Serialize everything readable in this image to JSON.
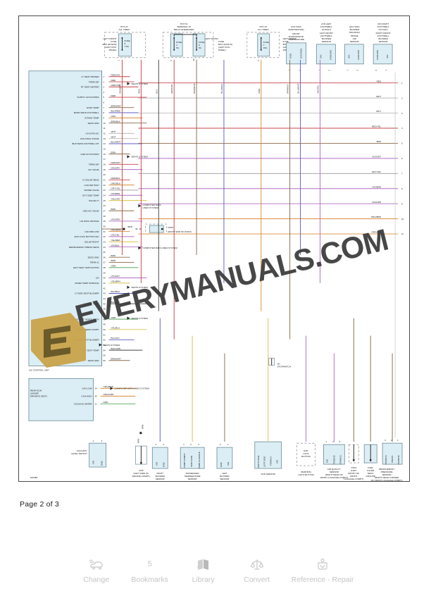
{
  "page": {
    "label": "Page 2 of 3",
    "diagram_id": "5163BT",
    "watermark": "EVERYMANUALS.COM"
  },
  "toolbar": {
    "items": [
      {
        "label": "Change",
        "icon": "car-change-icon",
        "badge": ""
      },
      {
        "label": "Bookmarks",
        "icon": "bookmark-count-icon",
        "badge": "5"
      },
      {
        "label": "Library",
        "icon": "library-book-icon",
        "badge": ""
      },
      {
        "label": "Convert",
        "icon": "convert-scales-icon",
        "badge": ""
      },
      {
        "label": "Reference - Repair",
        "icon": "reference-repair-icon",
        "badge": ""
      }
    ]
  },
  "colors": {
    "box_fill": "#dceef5",
    "box_stroke": "#6b8a96",
    "frame": "#4a4a4a",
    "red": "#c9444a",
    "pink": "#e87ba6",
    "violet": "#b06ec4",
    "magenta": "#d94fb0",
    "blue": "#5b5fc7",
    "green": "#57a95c",
    "orange": "#d98b3a",
    "tan": "#c8b26a",
    "brown": "#8a6a4a",
    "grey": "#9a9a9a",
    "yellow": "#d8c24a",
    "purple": "#8a6ec4"
  },
  "diagram": {
    "title_blocks": [
      {
        "id": "fuse-5",
        "hot": "HOT AT\nALL TIMES",
        "side": "LEFT FRONT\nFUSE\nBOX (ROW B)\n(LEFT KICK\nPANEL)",
        "fuse": "FUSE\n5\n7.5A"
      },
      {
        "id": "fuse-1",
        "hot": "HOT IN\nTERMINAL 15\nRELAY ENERGIZED",
        "side": "",
        "fuse": "FUSE\n1\n5A"
      },
      {
        "id": "fuse-6",
        "hot": "",
        "side": "LEFT FRONT\nFUSE\nBOX (ROW D)\n(LEFT KICK\nPANEL)",
        "fuse": "FUSE\n6\n5A"
      },
      {
        "id": "fuse-7",
        "hot": "HOT AT\nALL TIMES",
        "side": "LEFT FRONT\nFUSE\nBOX (ROW C)\n(LEFT KICK\nPANEL)",
        "fuse": "FUSE\n7\n15A"
      }
    ],
    "top_sensors": [
      {
        "name": "FRONT\nEVAPORATOR\nTEMPERATURE",
        "location": "(ON HVAC\nEVAPORATOR)",
        "pins": [
          "1",
          "2"
        ],
        "wires": [
          "BRN/WHT",
          "BRN"
        ]
      },
      {
        "name": "LEFT FRONT\nFOOTWELL\nBLOWER\nSENSOR",
        "location": "(ON LEFT\nFOOTWELL\nOUTLET)",
        "pins": [
          "1",
          "2"
        ],
        "wires": [
          "BLU/RED",
          "ORG"
        ]
      },
      {
        "name": "INTAKE\nAIR\nSENSOR",
        "location": "(ON HVAC\nBLOWER\nHOUSING)",
        "pins": [
          "1",
          "2"
        ],
        "wires": [
          "ORG",
          "BRN/BLK"
        ]
      },
      {
        "name": "RIGHT FRONT\nFOOTWELL\nBLOWER\nSENSOR",
        "location": "(ON RIGHT\nFOOTWELL\nOUTLET)",
        "pins": [
          "1",
          "2"
        ],
        "wires": [
          "BRN/BLK",
          "BLU/WHT"
        ]
      }
    ],
    "control_unit": {
      "name": "A/C CONTROL UNIT",
      "pins": [
        {
          "n": "1",
          "label": "LT SEAT HEATER",
          "wire": "RED/VIO"
        },
        {
          "n": "2",
          "label": "TERM 30F",
          "wire": "RED"
        },
        {
          "n": "3",
          "label": "RT SEAT HEATER",
          "wire": "RED/YEL"
        },
        {
          "n": "4",
          "label": "",
          "wire": ""
        },
        {
          "n": "5",
          "label": "SUPPLY ACTUATORS",
          "wire": "RED"
        },
        {
          "n": "6",
          "label": "",
          "wire": ""
        },
        {
          "n": "7",
          "label": "EVAP TEMP",
          "wire": "BRN/WHT"
        },
        {
          "n": "8",
          "label": "BLWR SENS FOOTWELL",
          "wire": "BLU/RED"
        },
        {
          "n": "9",
          "label": "INTAKE TEMP",
          "wire": "ORG"
        },
        {
          "n": "10",
          "label": "SENS GND",
          "wire": "BRN/BLK"
        },
        {
          "n": "11",
          "label": "",
          "wire": ""
        },
        {
          "n": "12",
          "label": "LIN DATA A/C",
          "wire": "WHT"
        },
        {
          "n": "13",
          "label": "FAN FINAL STAGE",
          "wire": "WHT"
        },
        {
          "n": "14",
          "label": "BLW SENS FOOTWELL RT",
          "wire": "BLU/WHT"
        },
        {
          "n": "15",
          "label": "",
          "wire": ""
        },
        {
          "n": "16",
          "label": "GND ACTUATORS",
          "wire": "BRN"
        },
        {
          "n": "17",
          "label": "",
          "wire": ""
        },
        {
          "n": "18",
          "label": "TERM 30F",
          "wire": "RED/GRY"
        },
        {
          "n": "19",
          "label": "A/C VALVE",
          "wire": "VIO/GRY"
        },
        {
          "n": "20",
          "label": "",
          "wire": ""
        },
        {
          "n": "21",
          "label": "IV SOLAR SENS",
          "wire": "RED/BLK"
        },
        {
          "n": "22",
          "label": "CAN MM HIGH",
          "wire": "ORG/BLK"
        },
        {
          "n": "23",
          "label": "WATER VALVE",
          "wire": "GRY/YEL"
        },
        {
          "n": "24",
          "label": "OUT SIDE TEMP",
          "wire": "VIO/BRN"
        },
        {
          "n": "25",
          "label": "SOLAR LT",
          "wire": "YEL/GRY"
        },
        {
          "n": "26",
          "label": "",
          "wire": ""
        },
        {
          "n": "27",
          "label": "GND A/C VALVE",
          "wire": "BRN"
        },
        {
          "n": "28",
          "label": "",
          "wire": ""
        },
        {
          "n": "29",
          "label": "LIN DATA VEHICLE",
          "wire": "VIO/GRN"
        },
        {
          "n": "30",
          "label": "",
          "wire": ""
        },
        {
          "n": "31",
          "label": "CAN MM LOW",
          "wire": "ORG/BRN"
        },
        {
          "n": "32",
          "label": "EXP LOCK BUTTON SIG",
          "wire": "VIO/YEL"
        },
        {
          "n": "33",
          "label": "SOLAR RIGHT",
          "wire": "YEL/RED"
        },
        {
          "n": "34",
          "label": "REFRIGERANT PRESS SENS",
          "wire": "VIO/BLK"
        },
        {
          "n": "35",
          "label": "",
          "wire": ""
        },
        {
          "n": "36",
          "label": "SENS GND",
          "wire": "BRN"
        },
        {
          "n": "37",
          "label": "TERM 31",
          "wire": "BRN"
        },
        {
          "n": "38",
          "label": "LEFT SEAT VENTILATION",
          "wire": "GRN"
        },
        {
          "n": "39",
          "label": "",
          "wire": ""
        },
        {
          "n": "40",
          "label": "LIN",
          "wire": "VIO/GRY"
        },
        {
          "n": "41",
          "label": "INNER TEMP SURFACE",
          "wire": "YEL/BRN"
        },
        {
          "n": "42",
          "label": "",
          "wire": ""
        },
        {
          "n": "43",
          "label": "LT SIDE VENT BLOWER",
          "wire": "BLU/BLK"
        },
        {
          "n": "44",
          "label": "",
          "wire": ""
        },
        {
          "n": "45",
          "label": "LT SEAT TEMP",
          "wire": "BLK/BLU"
        },
        {
          "n": "46",
          "label": "",
          "wire": ""
        },
        {
          "n": "47",
          "label": "",
          "wire": ""
        },
        {
          "n": "48",
          "label": "RIGHT SEAT VENTILATION",
          "wire": "GRN"
        },
        {
          "n": "49",
          "label": "",
          "wire": ""
        },
        {
          "n": "50",
          "label": "INNER TEMP COMPT",
          "wire": "YEL/BLU"
        },
        {
          "n": "51",
          "label": "",
          "wire": ""
        },
        {
          "n": "52",
          "label": "RT SIDE VENT BLOWER",
          "wire": "BLU/VIO"
        },
        {
          "n": "53",
          "label": "",
          "wire": ""
        },
        {
          "n": "54",
          "label": "RT SEAT TEMP",
          "wire": "BLK/GRN"
        },
        {
          "n": "55",
          "label": "",
          "wire": ""
        },
        {
          "n": "56",
          "label": "SENS GND",
          "wire": "BRN/WHT"
        }
      ]
    },
    "rear_ecm": {
      "name": "REAR ECM\n(UNDER\nDRIVER'S SEAT)",
      "pins": [
        {
          "n": "34",
          "label": "CAN LOW",
          "wire": "ORG/BRN"
        },
        {
          "n": "42",
          "label": "CAN HIGH",
          "wire": "ORG/GRN"
        },
        {
          "n": "21",
          "label": "COOLING WATER\nLEVEL",
          "wire": "GRN"
        }
      ]
    },
    "inline_labels": [
      "SEATS SYSTEM",
      "COMPUTER DATA LINES SYSTEM",
      "SEATS SYSTEM",
      "COMPUTER DATA LINES SYSTEM",
      "SEATS SYSTEM",
      "SEATS SYSTEM",
      "SEATS SYSTEM",
      "COMPUTER DATA LINES SYSTEM"
    ],
    "ground_points": [
      {
        "id": "GP23",
        "desc": "(RIGHT END OF DASH)"
      },
      {
        "id": "GP12",
        "desc": "(LEFT\nFRONT OF\nFRONT\nLUGGAGE\nCOMPT)"
      },
      {
        "id": "GP8",
        "desc": "(LEFT SIDE OF\nENGINE COMPT)"
      }
    ],
    "bottom_components": [
      {
        "name": "RIGHT\nBLOWER\nSENSOR",
        "location": "",
        "pins": [
          "1",
          "2"
        ],
        "labels": [
          "SIG",
          "GND"
        ],
        "wires": [
          "BLU/YEL",
          "BRN/BLK"
        ]
      },
      {
        "name": "PASSENGER\nTEMPERATURE\nSENSOR",
        "location": "",
        "pins": [
          "1",
          "2",
          "3"
        ],
        "labels": [
          "TEMP COMPT",
          "SENS GND",
          "TEMP SURFACE"
        ],
        "wires": [
          "YEL/BLU",
          "BRN/BLK",
          "YEL/BRN"
        ]
      },
      {
        "name": "LEFT\nBLOWER\nSENSOR",
        "location": "",
        "pins": [
          "1",
          "2"
        ],
        "labels": [
          "GND",
          "SIG"
        ],
        "wires": [
          "BRN/BLK",
          "BLU/VIO"
        ]
      },
      {
        "name": "SUN SENSOR",
        "location": "",
        "pins": [
          "1",
          "2",
          "3",
          "4"
        ],
        "labels": [
          "RIGHT SIDE",
          "LEFT SIDE",
          "TERM 31",
          "SIG"
        ],
        "wires": [
          "YEL/GRN",
          "YEL/GRY",
          "BRN/BLK",
          "RED/BLK"
        ]
      },
      {
        "name": "WARNING\nLIGHT BUTTON",
        "location": "",
        "pins": [
          "1"
        ],
        "labels": [
          "EXP\nLOCK\nBUTTON"
        ],
        "wires": [
          "VIO/YEL"
        ]
      },
      {
        "name": "AIR QUALITY\nSENSOR",
        "location": "(RIGHT REAR OF\nFRONT LUGGAGE\nCOMPT)",
        "pins": [
          "1",
          "2",
          "3"
        ],
        "labels": [
          "SIG",
          "TERM 30",
          "TERM 31"
        ],
        "wires": [
          "VIO/GRY",
          "RED/GRY",
          "BRN/WHT"
        ]
      },
      {
        "name": "FUEL\nFILLER\nNECK\nGROUND",
        "location": "",
        "pins": [],
        "labels": [],
        "wires": [
          "BRN"
        ]
      },
      {
        "name": "REFRIGERANT\nPRESSURE\nSENSOR",
        "location": "(RIGHT REAR CORNER\nOF FRONT LUGGAGE COMPT)",
        "pins": [
          "1",
          "2",
          "3"
        ],
        "labels": [
          "TERM 31",
          "PRESS",
          "TERM 30"
        ],
        "wires": [
          "BRN/WHT",
          "VIO/BLK",
          "RED/BLK"
        ]
      }
    ],
    "coolant_switch": {
      "name": "COOLANT\nLEVEL SWITCH",
      "pins": [
        "1",
        "2"
      ],
      "labels": [
        "SIG",
        "GND"
      ],
      "wires": [
        "GRN",
        "BRN"
      ]
    },
    "stopwatch_note": "W/\nSTOPWATCH",
    "right_edge_wires": [
      {
        "n": "1",
        "wire": "RED"
      },
      {
        "n": "2",
        "wire": "WHT"
      },
      {
        "n": "3",
        "wire": "WHT"
      },
      {
        "n": "4",
        "wire": "RED/YEL"
      },
      {
        "n": "5",
        "wire": "BRN"
      },
      {
        "n": "6",
        "wire": "VIO/GRY"
      },
      {
        "n": "7",
        "wire": "GRY/YEL"
      },
      {
        "n": "8",
        "wire": "VIO/BRN"
      },
      {
        "n": "9",
        "wire": "VIO/GRN"
      },
      {
        "n": "10",
        "wire": "ORG/BRN"
      },
      {
        "n": "11",
        "wire": "ORG/BLK"
      }
    ],
    "vertical_trunk_wires": [
      "RED/GRY",
      "RED",
      "BLK",
      "RED/VIO",
      "BRN/WHT",
      "BLU/RED",
      "ORG",
      "BRN/BLK",
      "BLU/WHT",
      "VIO/YEL"
    ]
  }
}
